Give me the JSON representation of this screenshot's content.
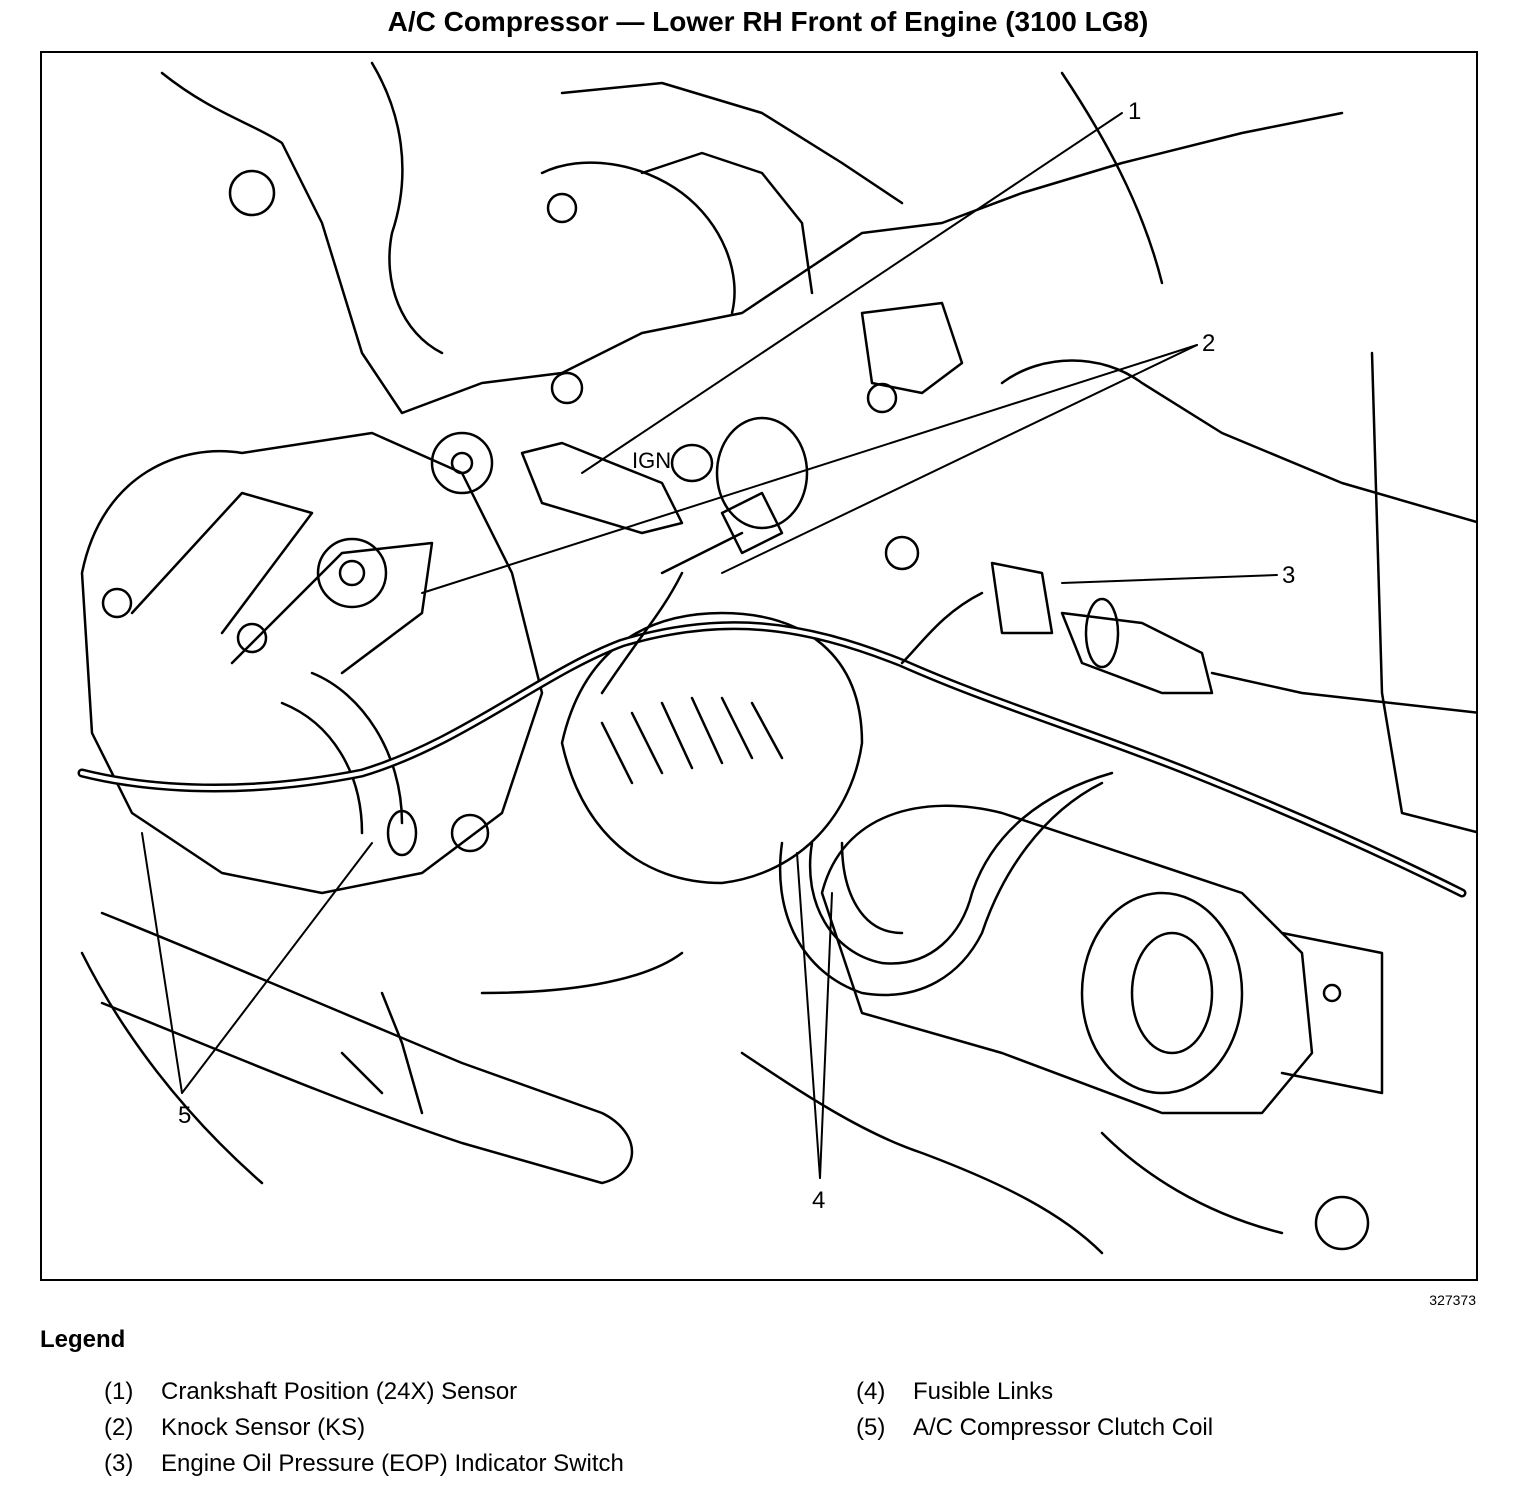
{
  "title": "A/C Compressor — Lower RH Front of Engine (3100 LG8)",
  "figure_number": "327373",
  "callouts": [
    "1",
    "2",
    "3",
    "4",
    "5"
  ],
  "legend": {
    "heading": "Legend",
    "items": [
      {
        "num": "(1)",
        "text": "Crankshaft Position (24X) Sensor"
      },
      {
        "num": "(2)",
        "text": "Knock Sensor (KS)"
      },
      {
        "num": "(3)",
        "text": "Engine Oil Pressure (EOP) Indicator Switch"
      },
      {
        "num": "(4)",
        "text": "Fusible Links"
      },
      {
        "num": "(5)",
        "text": "A/C Compressor Clutch Coil"
      }
    ]
  }
}
